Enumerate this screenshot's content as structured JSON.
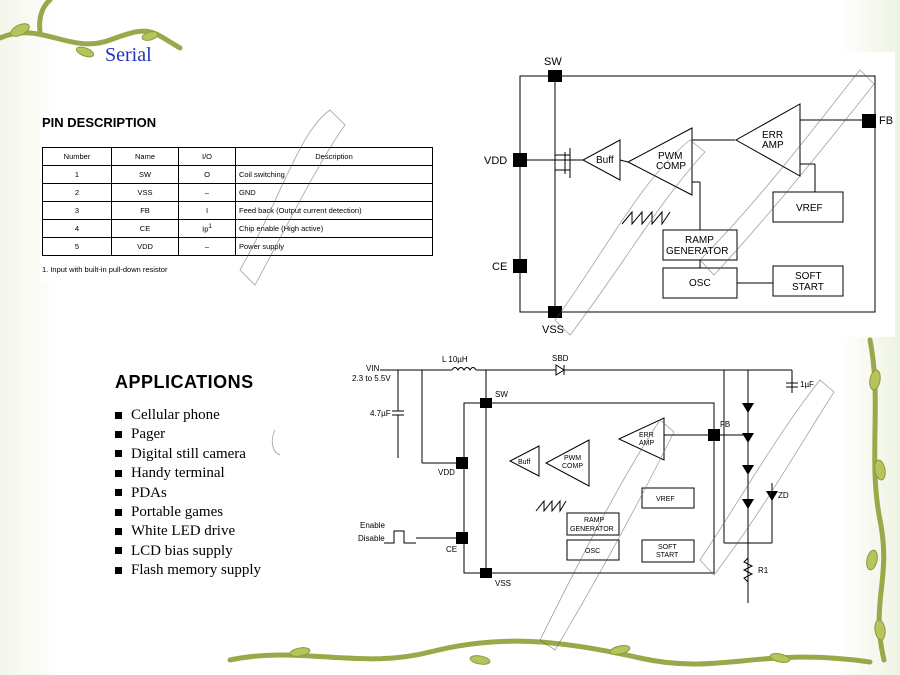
{
  "title": "Serial",
  "pin_description": {
    "heading": "PIN DESCRIPTION",
    "columns": [
      "Number",
      "Name",
      "I/O",
      "Description"
    ],
    "rows": [
      {
        "number": "1",
        "name": "SW",
        "io": "O",
        "description": "Coil switching"
      },
      {
        "number": "2",
        "name": "VSS",
        "io": "–",
        "description": "GND"
      },
      {
        "number": "3",
        "name": "FB",
        "io": "I",
        "description": "Feed back (Output current detection)"
      },
      {
        "number": "4",
        "name": "CE",
        "io": "Ip",
        "io_sup": "1",
        "description": "Chip enable (High active)"
      },
      {
        "number": "5",
        "name": "VDD",
        "io": "–",
        "description": "Power supply"
      }
    ],
    "footnote": "1.  Input with built-in pull-down resistor"
  },
  "block_diagram": {
    "pins": {
      "sw": "SW",
      "fb": "FB",
      "vdd": "VDD",
      "ce": "CE",
      "vss": "VSS"
    },
    "blocks": {
      "buff": "Buff",
      "pwm_comp": [
        "PWM",
        "COMP"
      ],
      "err_amp": [
        "ERR",
        "AMP"
      ],
      "vref": "VREF",
      "ramp_generator": [
        "RAMP",
        "GENERATOR"
      ],
      "osc": "OSC",
      "soft_start": [
        "SOFT",
        "START"
      ]
    }
  },
  "applications": {
    "heading": "APPLICATIONS",
    "items": [
      "Cellular phone",
      "Pager",
      "Digital still camera",
      "Handy terminal",
      "PDAs",
      "Portable games",
      "White LED drive",
      "LCD bias supply",
      "Flash memory supply"
    ]
  },
  "application_circuit": {
    "vin": "VIN",
    "vin_range": "2.3 to 5.5V",
    "inductor": "L 10µH",
    "diode": "SBD",
    "cap_in": "4.7µF",
    "cap_out": "1µF",
    "pins": {
      "sw": "SW",
      "fb": "FB",
      "vdd": "VDD",
      "ce": "CE",
      "vss": "VSS"
    },
    "blocks": {
      "buff": "Buff",
      "pwm_comp": [
        "PWM",
        "COMP"
      ],
      "err_amp": [
        "ERR",
        "AMP"
      ],
      "vref": "VREF",
      "ramp_generator": [
        "RAMP",
        "GENERATOR"
      ],
      "osc": "OSC",
      "soft_start": [
        "SOFT",
        "START"
      ]
    },
    "enable": "Enable",
    "disable": "Disable",
    "zener": "ZD",
    "resistor": "R1"
  },
  "colors": {
    "title": "#2233bb",
    "vine": "#8a9a3c",
    "vine_leaf": "#b5c05a"
  }
}
